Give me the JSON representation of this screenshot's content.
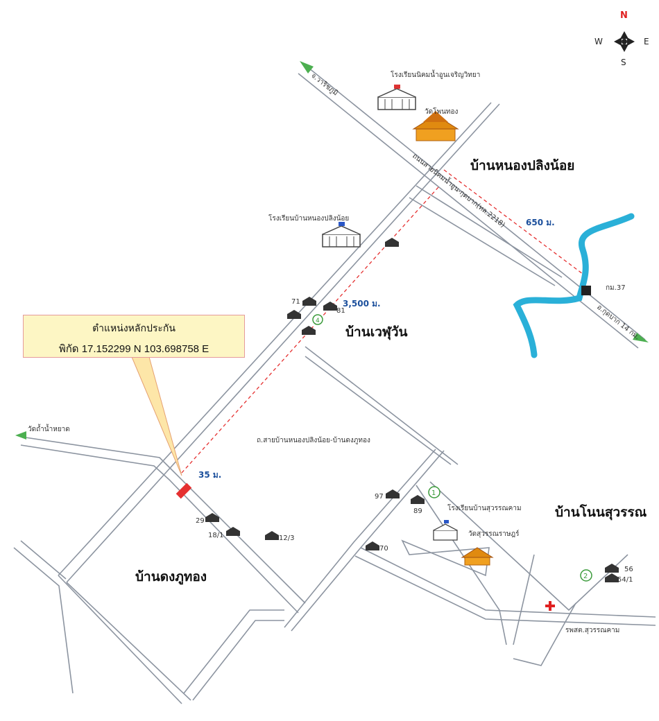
{
  "compass": {
    "n": "N",
    "s": "S",
    "e": "E",
    "w": "W"
  },
  "villages": {
    "nong_pling_noi": "บ้านหนองปลิงน้อย",
    "wet_wan": "บ้านเวฬุวัน",
    "non_suwan": "บ้านโนนสุวรรณ",
    "dong_phu_thong": "บ้านดงภูทอง"
  },
  "places": {
    "school_nikhom": "โรงเรียนนิคมน้ำอูนเจริญวิทยา",
    "wat_phon_thong": "วัดโพนทอง",
    "school_nong_pling": "โรงเรียนบ้านหนองปลิงน้อย",
    "school_suwankham": "โรงเรียนบ้านสุวรรณคาม",
    "wat_suwan": "วัดสุวรรณราษฎร์",
    "hospital": "รพสต.สุวรรณคาม",
    "wat_tham": "วัดถ้ำน้ำหยาด"
  },
  "roads": {
    "main_road": "ถนนสายนิคมน้ำอูน-กุดบาก(ทล.2218)",
    "to_warich": "จ.วาริชภูมิ",
    "to_kudbak": "อ.กุดบาก 14 กม.",
    "km_marker": "กม.37",
    "side_road": "ถ.สายบ้านหนองปลิงน้อย-บ้านดงภูทอง"
  },
  "distances": {
    "d650": "650 ม.",
    "d3500": "3,500 ม.",
    "d35": "35 ม."
  },
  "house_numbers": [
    "71",
    "81",
    "97",
    "89",
    "70",
    "29",
    "18/1",
    "12/3",
    "56",
    "54/1"
  ],
  "markers": {
    "m1": "1",
    "m2": "2",
    "m4": "4"
  },
  "callout": {
    "title": "ตำแหน่งหลักประกัน",
    "coords": "พิกัด 17.152299 N 103.698758 E"
  },
  "colors": {
    "river": "#2ab0d8",
    "route": "#e53030",
    "road_arrow": "#4caf50",
    "callout_bg": "#fdf6c4"
  }
}
